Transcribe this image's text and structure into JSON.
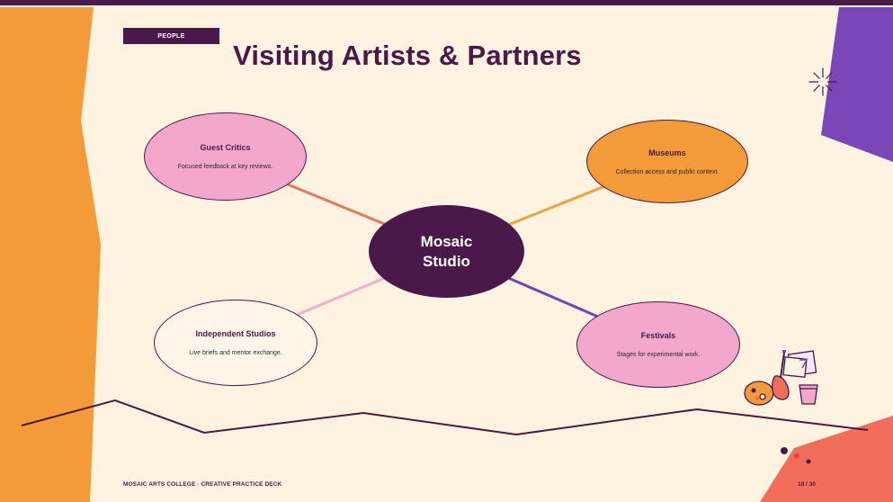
{
  "tag": "PEOPLE",
  "title": "Visiting Artists & Partners",
  "center": {
    "label": "Mosaic Studio"
  },
  "nodes": [
    {
      "title": "Guest Critics",
      "desc": "Focused feedback at key reviews.",
      "fill": "#f2a7cb",
      "line": "#e27a5b"
    },
    {
      "title": "Museums",
      "desc": "Collection access and public context.",
      "fill": "#f29b38",
      "line": "#f0a23c"
    },
    {
      "title": "Independent Studios",
      "desc": "Live briefs and mentor exchange.",
      "fill": "#fff6e9",
      "line": "#f2b0cb"
    },
    {
      "title": "Festivals",
      "desc": "Stages for experimental work.",
      "fill": "#f2a7cb",
      "line": "#6b49b4"
    }
  ],
  "footer": "MOSAIC ARTS COLLEGE · CREATIVE PRACTICE DECK",
  "page": "18 / 30",
  "colors": {
    "primary": "#4a1849",
    "background": "#fdf3e0",
    "orange": "#f29b38",
    "purple": "#7b47b8",
    "coral": "#f26d5b"
  }
}
